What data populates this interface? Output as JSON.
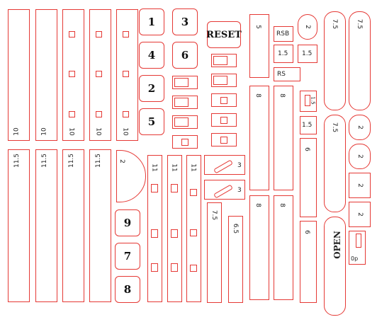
{
  "strips_top": [
    "10",
    "10",
    "10",
    "10",
    "10"
  ],
  "strips_bottom": [
    "11.5",
    "11.5",
    "11.5",
    "11.5"
  ],
  "keys": [
    "1",
    "3",
    "4",
    "6",
    "2",
    "5",
    "9",
    "7",
    "8"
  ],
  "reset": "RESET",
  "open": "OPEN",
  "half_circle": "2",
  "vertical_11": [
    "11",
    "11",
    "11"
  ],
  "diagonal": [
    "3",
    "3"
  ],
  "mid_strips": [
    "7.5",
    "6.5"
  ],
  "col_5": "5",
  "col_8": [
    "8",
    "8",
    "8",
    "8"
  ],
  "rsb": "RSB",
  "rs": "RS",
  "val_1_5": [
    "1.5",
    "1.5",
    "1.5",
    "1.5"
  ],
  "val_2": [
    "2",
    "2",
    "2",
    "2",
    "2"
  ],
  "val_7_5": [
    "7.5",
    "7.5",
    "7.5"
  ],
  "val_6": [
    "6",
    "6"
  ],
  "op": "0p"
}
